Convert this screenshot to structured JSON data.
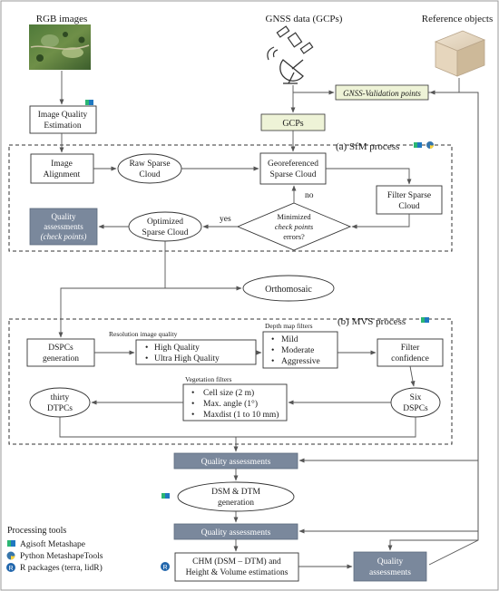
{
  "inputs": {
    "rgb": "RGB images",
    "gnss": "GNSS data (GCPs)",
    "reference": "Reference objects"
  },
  "nodes": {
    "image_quality": [
      "Image Quality",
      "Estimation"
    ],
    "gnss_validation": "GNSS-Validation points",
    "gcps": "GCPs",
    "image_alignment": [
      "Image",
      "Alignment"
    ],
    "raw_sparse": [
      "Raw Sparse",
      "Cloud"
    ],
    "georef_sparse": [
      "Georeferenced",
      "Sparse Cloud"
    ],
    "filter_sparse": [
      "Filter Sparse",
      "Cloud"
    ],
    "quality_check": [
      "Quality",
      "assessments",
      "(check points)"
    ],
    "optimized_sparse": [
      "Optimized",
      "Sparse Cloud"
    ],
    "minimized": [
      "Minimized",
      "check points",
      "errors?"
    ],
    "orthomosaic": "Orthomosaic",
    "dspcs_gen": [
      "DSPCs",
      "generation"
    ],
    "resolution_title": "Resolution image quality",
    "resolution_items": [
      "High Quality",
      "Ultra High Quality"
    ],
    "depth_title": "Depth map filters",
    "depth_items": [
      "Mild",
      "Moderate",
      "Aggressive"
    ],
    "filter_conf": [
      "Filter",
      "confidence"
    ],
    "veg_title": "Vegetation filters",
    "veg_items": [
      "Cell size (2 m)",
      "Max. angle (1°)",
      "Maxdist (1 to 10 mm)"
    ],
    "thirty_dtpc": [
      "thirty",
      "DTPCs"
    ],
    "six_dspc": [
      "Six",
      "DSPCs"
    ],
    "quality1": "Quality assessments",
    "dsm_dtm": [
      "DSM & DTM",
      "generation"
    ],
    "quality2": "Quality assessments",
    "chm": [
      "CHM (DSM – DTM) and",
      "Height & Volume estimations"
    ],
    "quality3": [
      "Quality",
      "assessments"
    ]
  },
  "edge_labels": {
    "no": "no",
    "yes": "yes"
  },
  "sections": {
    "sfm": "(a) SfM process",
    "mvs": "(b) MVS process"
  },
  "legend": {
    "title": "Processing tools",
    "items": [
      {
        "icon": "agisoft-metashape-icon",
        "label": "Agisoft Metashape"
      },
      {
        "icon": "python-icon",
        "label": "Python MetashapeTools"
      },
      {
        "icon": "r-icon",
        "label": "R packages (terra, lidR)"
      }
    ]
  },
  "colors": {
    "gray_box": "#7a889c",
    "gcp_box": "#eef3d7",
    "agisoft_green": "#2bb673",
    "agisoft_blue": "#1f78c1",
    "python_blue": "#3776ab",
    "python_yellow": "#ffd43b",
    "r_blue": "#2166ac"
  }
}
